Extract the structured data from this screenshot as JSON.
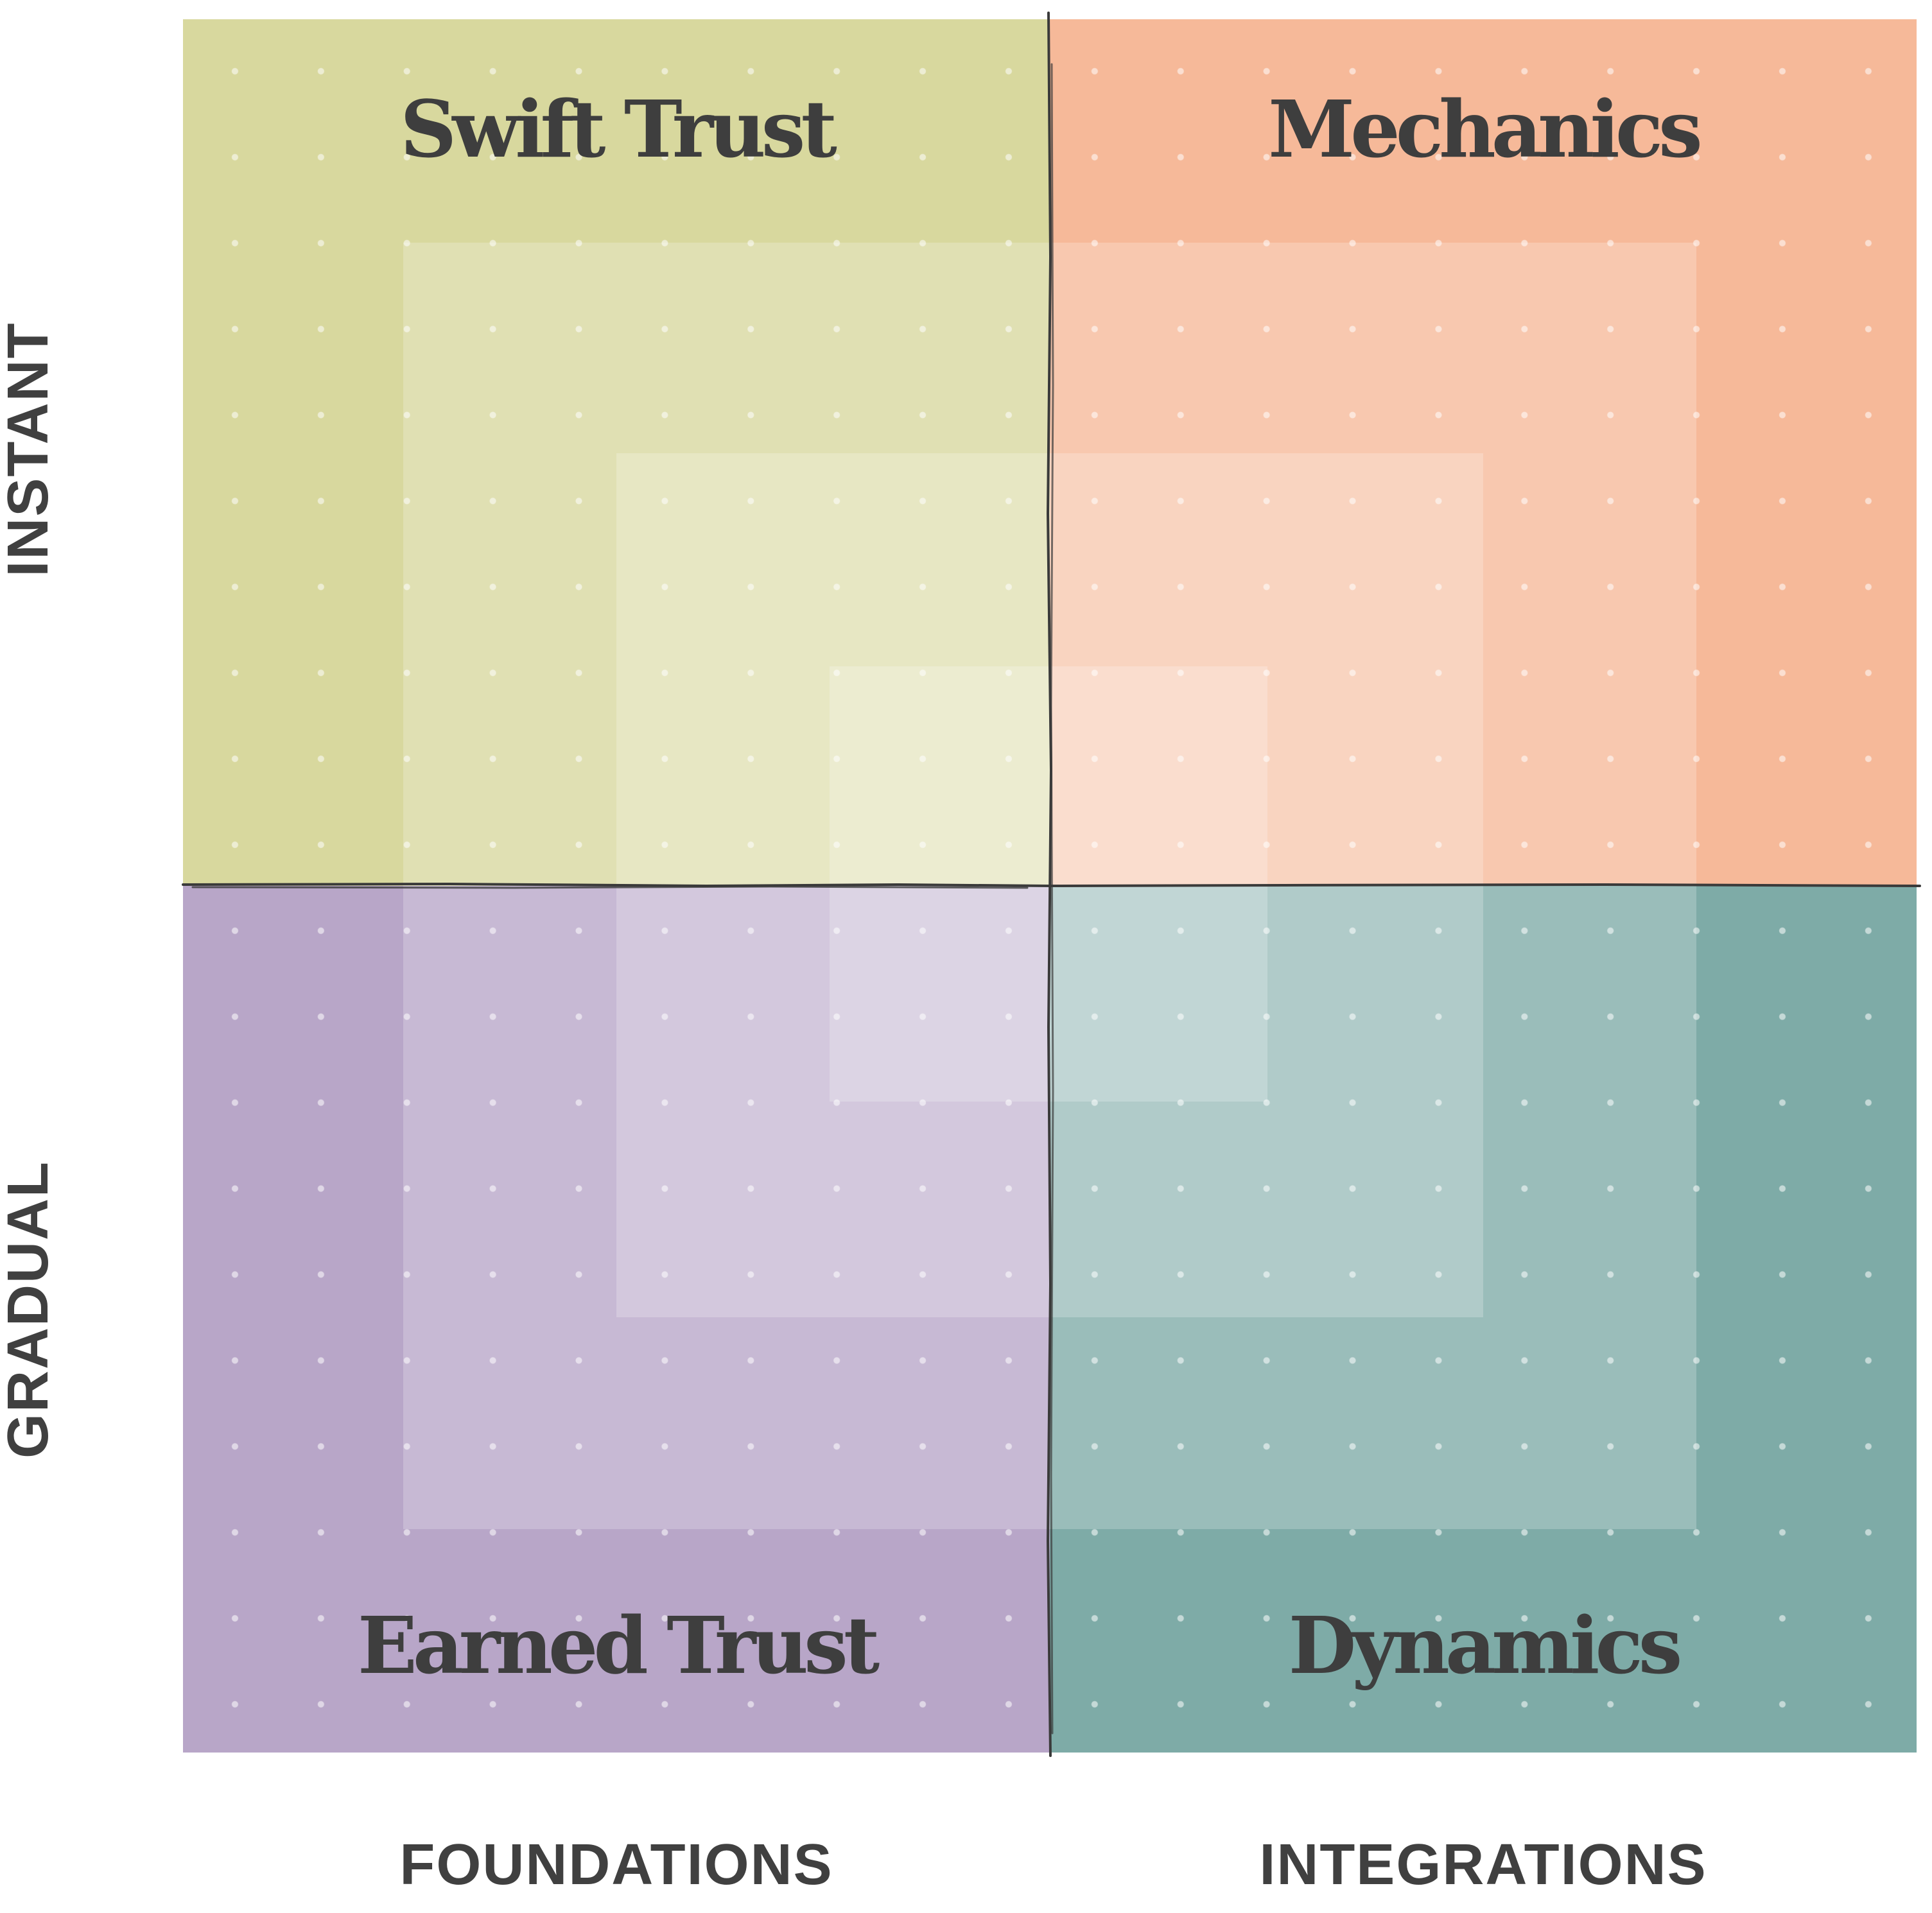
{
  "quadrants": {
    "top_left": {
      "label": "Swift Trust",
      "color": "#d8d89e"
    },
    "top_right": {
      "label": "Mechanics",
      "color": "#f6b999"
    },
    "bottom_left": {
      "label": "Earned Trust",
      "color": "#b8a6c8"
    },
    "bottom_right": {
      "label": "Dynamics",
      "color": "#7eaba7"
    }
  },
  "axes": {
    "x_left": "FOUNDATIONS",
    "x_right": "INTEGRATIONS",
    "y_top": "INSTANT",
    "y_bottom": "GRADUAL"
  }
}
